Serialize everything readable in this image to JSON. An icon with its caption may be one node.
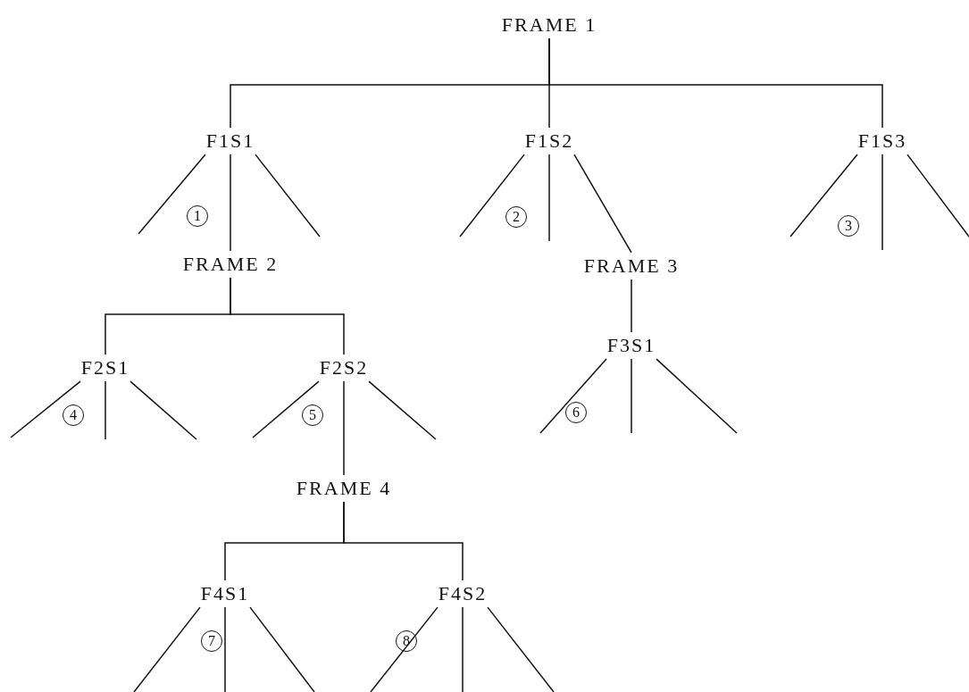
{
  "diagram": {
    "nodes": [
      {
        "text": [
          "FRAME 1"
        ]
      },
      {
        "text": [
          "F1S1"
        ]
      },
      {
        "text": [
          "F1S2"
        ]
      },
      {
        "text": [
          "F1S3"
        ]
      },
      {
        "text": [
          "FRAME 2"
        ]
      },
      {
        "text": [
          "FRAME 3"
        ]
      },
      {
        "text": [
          "F2S1"
        ]
      },
      {
        "text": [
          "F2S2"
        ]
      },
      {
        "text": [
          "F3S1"
        ]
      },
      {
        "text": [
          "FRAME 4"
        ]
      },
      {
        "text": [
          "F4S1"
        ]
      },
      {
        "text": [
          "F4S2"
        ]
      }
    ],
    "edges": [
      {
        "from": 0,
        "to": 1,
        "arrow": "none"
      },
      {
        "from": 0,
        "to": 2,
        "arrow": "none"
      },
      {
        "from": 0,
        "to": 3,
        "arrow": "none"
      },
      {
        "from": 1,
        "to": null,
        "arrow": "none"
      },
      {
        "from": 1,
        "to": 4,
        "arrow": "none"
      },
      {
        "from": 1,
        "to": null,
        "arrow": "none"
      },
      {
        "from": 2,
        "to": null,
        "arrow": "none"
      },
      {
        "from": 2,
        "to": null,
        "arrow": "none"
      },
      {
        "from": 2,
        "to": 5,
        "arrow": "none"
      },
      {
        "from": 3,
        "to": null,
        "arrow": "none"
      },
      {
        "from": 3,
        "to": null,
        "arrow": "none"
      },
      {
        "from": 3,
        "to": null,
        "arrow": "none"
      },
      {
        "from": 4,
        "to": 6,
        "arrow": "none"
      },
      {
        "from": 4,
        "to": 7,
        "arrow": "none"
      },
      {
        "from": 5,
        "to": 8,
        "arrow": "none"
      },
      {
        "from": 6,
        "to": null,
        "arrow": "none"
      },
      {
        "from": 6,
        "to": null,
        "arrow": "none"
      },
      {
        "from": 6,
        "to": null,
        "arrow": "none"
      },
      {
        "from": 7,
        "to": null,
        "arrow": "none"
      },
      {
        "from": 7,
        "to": 9,
        "arrow": "none"
      },
      {
        "from": 7,
        "to": null,
        "arrow": "none"
      },
      {
        "from": 8,
        "to": null,
        "arrow": "none"
      },
      {
        "from": 8,
        "to": null,
        "arrow": "none"
      },
      {
        "from": 8,
        "to": null,
        "arrow": "none"
      },
      {
        "from": 9,
        "to": 10,
        "arrow": "none"
      },
      {
        "from": 9,
        "to": 11,
        "arrow": "none"
      },
      {
        "from": 10,
        "to": null,
        "arrow": "none"
      },
      {
        "from": 10,
        "to": null,
        "arrow": "none"
      },
      {
        "from": 10,
        "to": null,
        "arrow": "none"
      },
      {
        "from": 11,
        "to": null,
        "arrow": "none"
      },
      {
        "from": 11,
        "to": null,
        "arrow": "none"
      },
      {
        "from": 11,
        "to": null,
        "arrow": "none"
      }
    ],
    "labels": [
      "1",
      "2",
      "3",
      "4",
      "5",
      "6",
      "7",
      "8"
    ]
  }
}
